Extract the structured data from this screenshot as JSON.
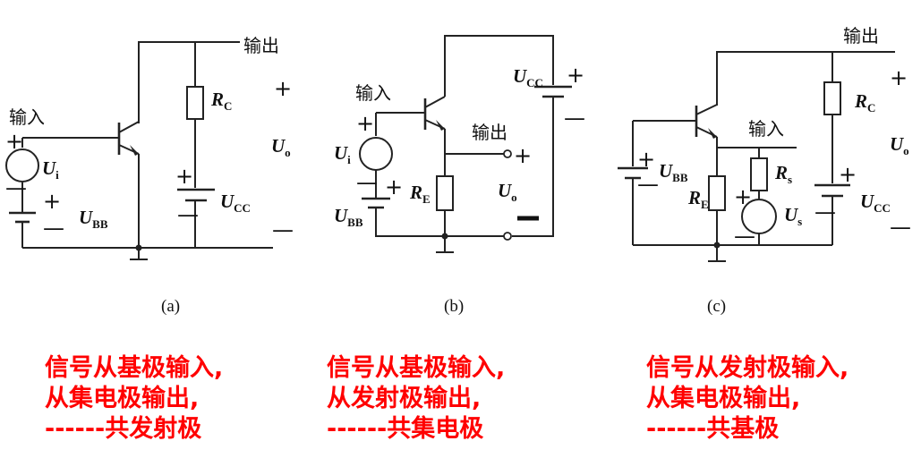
{
  "circuits": {
    "a": {
      "caption": "(a)",
      "input_label": "输入",
      "output_label": "输出",
      "ui": {
        "sym": "U",
        "sub": "i"
      },
      "ubb": {
        "sym": "U",
        "sub": "BB"
      },
      "rc": {
        "sym": "R",
        "sub": "C"
      },
      "ucc": {
        "sym": "U",
        "sub": "CC"
      },
      "uo": {
        "sym": "U",
        "sub": "o"
      },
      "plus": "+",
      "minus": "—"
    },
    "b": {
      "caption": "(b)",
      "input_label": "输入",
      "output_label": "输出",
      "ui": {
        "sym": "U",
        "sub": "i"
      },
      "ubb": {
        "sym": "U",
        "sub": "BB"
      },
      "re": {
        "sym": "R",
        "sub": "E"
      },
      "ucc": {
        "sym": "U",
        "sub": "CC"
      },
      "uo": {
        "sym": "U",
        "sub": "o"
      },
      "plus": "+",
      "minus": "—"
    },
    "c": {
      "caption": "(c)",
      "input_label": "输入",
      "output_label": "输出",
      "ubb": {
        "sym": "U",
        "sub": "BB"
      },
      "re": {
        "sym": "R",
        "sub": "E"
      },
      "rs": {
        "sym": "R",
        "sub": "s"
      },
      "us": {
        "sym": "U",
        "sub": "s"
      },
      "rc": {
        "sym": "R",
        "sub": "C"
      },
      "ucc": {
        "sym": "U",
        "sub": "CC"
      },
      "uo": {
        "sym": "U",
        "sub": "o"
      },
      "plus": "+",
      "minus": "—"
    }
  },
  "descriptions": [
    {
      "line1": "信号从基极输入,",
      "line2": "从集电极输出,",
      "line3": "------共发射极"
    },
    {
      "line1": "信号从基极输入,",
      "line2": "从发射极输出,",
      "line3": "------共集电极"
    },
    {
      "line1": "信号从发射极输入,",
      "line2": "从集电极输出,",
      "line3": "------共基极"
    }
  ],
  "colors": {
    "text_accent": "#ff0000",
    "wire": "#222222"
  }
}
